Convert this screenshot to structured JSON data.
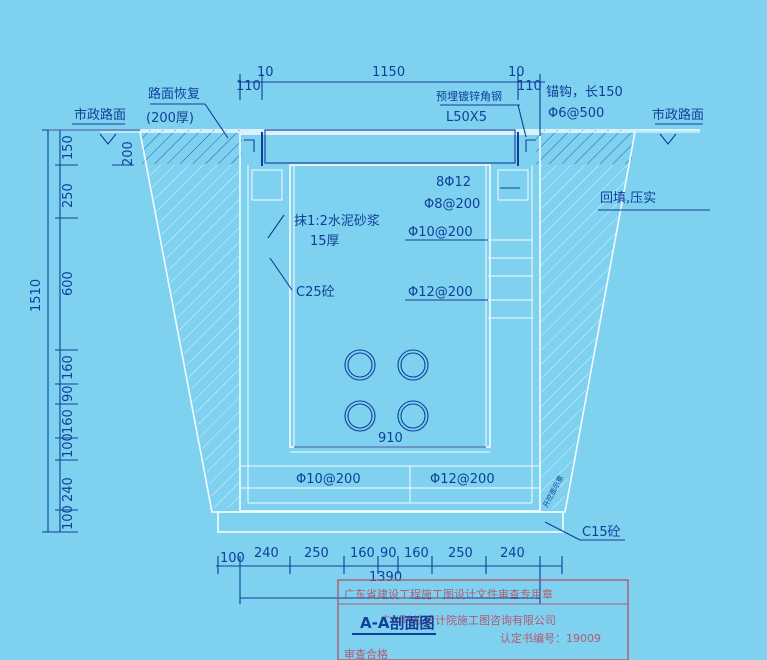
{
  "drawing": {
    "title": "A-A剖面图",
    "labels": {
      "road_left": "市政路面",
      "road_right": "市政路面",
      "road_restore": "路面恢复",
      "road_thick": "(200厚)",
      "angle_steel": "预埋镀锌角钢",
      "angle_size": "L50X5",
      "anchor": "锚钩，长150",
      "anchor_spacing": "Φ6@500",
      "mortar1": "抹1:2水泥砂浆",
      "mortar2": "15厚",
      "concrete_wall": "C25砼",
      "backfill": "回填,压实",
      "rebar_8p12": "8Φ12",
      "rebar_p8_200": "Φ8@200",
      "rebar_p10_200_wall": "Φ10@200",
      "rebar_p12_200_wall": "Φ12@200",
      "rebar_p10_200_base": "Φ10@200",
      "rebar_p12_200_base": "Φ12@200",
      "base_concrete": "C15砼",
      "cushion_note": "开挖面示意"
    },
    "dims": {
      "top_10_left": "10",
      "top_110_left": "110",
      "top_1150": "1150",
      "top_10_right": "10",
      "top_110_right": "110",
      "inner_910": "910",
      "left_1510": "1510",
      "left_150": "150",
      "left_200": "200",
      "left_250": "250",
      "left_600": "600",
      "left_160a": "160",
      "left_90": "90",
      "left_160b": "160",
      "left_100a": "100",
      "left_240": "240",
      "left_100b": "100",
      "bottom": [
        "100",
        "240",
        "250",
        "160",
        "90",
        "160",
        "250",
        "240"
      ],
      "bottom_total": "1390"
    },
    "stamp": {
      "line1": "广东省建设工程施工图设计文件审查专用章",
      "line2": "广州地铁设计院施工图咨询有限公司",
      "line3": "认定书编号：19009",
      "line4": "审查合格"
    }
  }
}
